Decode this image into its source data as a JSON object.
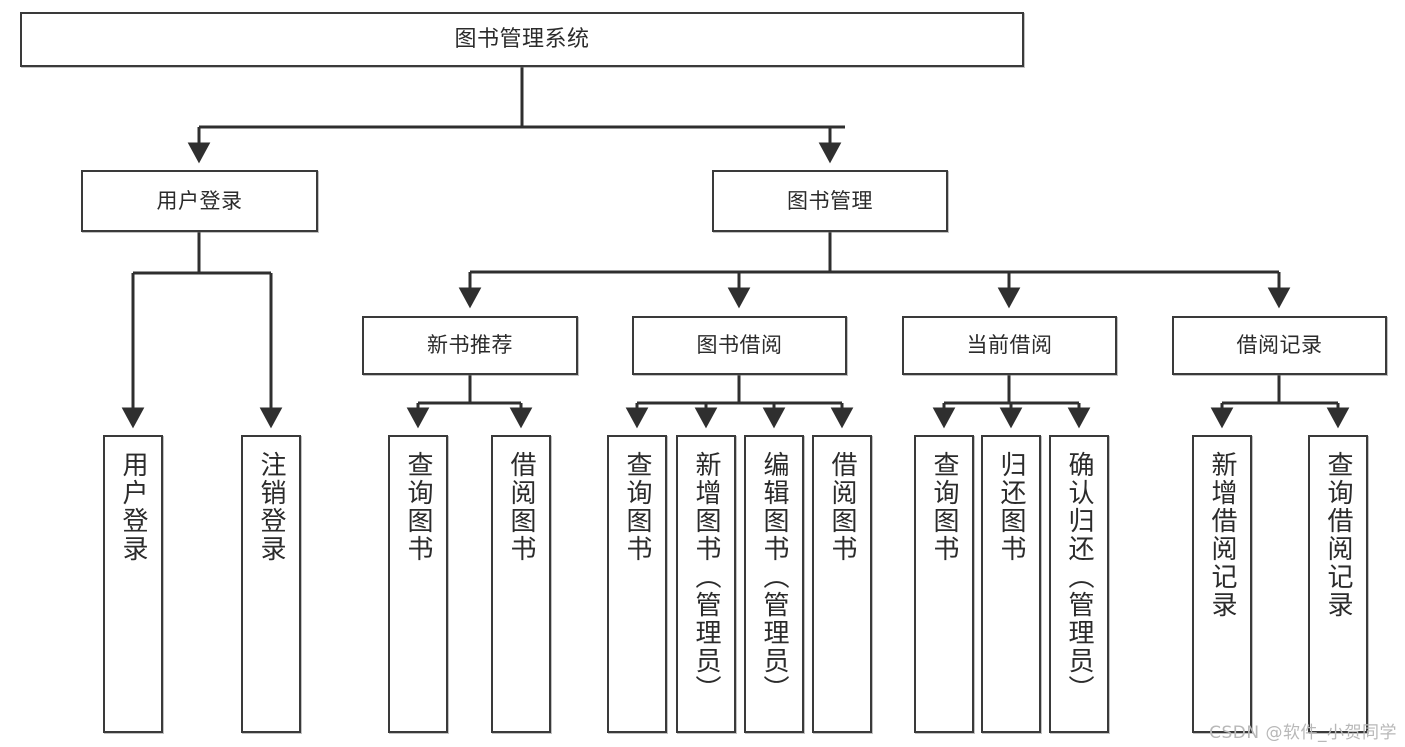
{
  "diagram": {
    "title": "图书管理系统",
    "type": "tree",
    "watermark": "CSDN @软件_小贺同学",
    "colors": {
      "node_border": "#3a3a3a",
      "node_fill": "#ffffff",
      "edge": "#2f2f2f",
      "text": "#2b2b2b",
      "watermark": "#b8b8b8",
      "background": "#ffffff"
    },
    "nodes": {
      "root": {
        "label": "图书管理系统"
      },
      "level2": [
        {
          "id": "user-login",
          "label": "用户登录"
        },
        {
          "id": "book-management",
          "label": "图书管理"
        }
      ],
      "level3": [
        {
          "id": "new-book-recommend",
          "label": "新书推荐"
        },
        {
          "id": "book-borrow",
          "label": "图书借阅"
        },
        {
          "id": "current-borrow",
          "label": "当前借阅"
        },
        {
          "id": "borrow-record",
          "label": "借阅记录"
        }
      ],
      "leaves": [
        {
          "id": "leaf-user-login",
          "label": "用户登录",
          "parent": "user-login"
        },
        {
          "id": "leaf-logout-login",
          "label": "注销登录",
          "parent": "user-login"
        },
        {
          "id": "leaf-query-book-1",
          "label": "查询图书",
          "parent": "new-book-recommend"
        },
        {
          "id": "leaf-borrow-book-1",
          "label": "借阅图书",
          "parent": "new-book-recommend"
        },
        {
          "id": "leaf-query-book-2",
          "label": "查询图书",
          "parent": "book-borrow"
        },
        {
          "id": "leaf-add-book",
          "label": "新增图书（管理员）",
          "parent": "book-borrow"
        },
        {
          "id": "leaf-edit-book",
          "label": "编辑图书（管理员）",
          "parent": "book-borrow"
        },
        {
          "id": "leaf-borrow-book-2",
          "label": "借阅图书",
          "parent": "book-borrow"
        },
        {
          "id": "leaf-query-book-3",
          "label": "查询图书",
          "parent": "current-borrow"
        },
        {
          "id": "leaf-return-book",
          "label": "归还图书",
          "parent": "current-borrow"
        },
        {
          "id": "leaf-confirm-return",
          "label": "确认归还（管理员）",
          "parent": "current-borrow"
        },
        {
          "id": "leaf-add-record",
          "label": "新增借阅记录",
          "parent": "borrow-record"
        },
        {
          "id": "leaf-query-record",
          "label": "查询借阅记录",
          "parent": "borrow-record"
        }
      ]
    }
  }
}
